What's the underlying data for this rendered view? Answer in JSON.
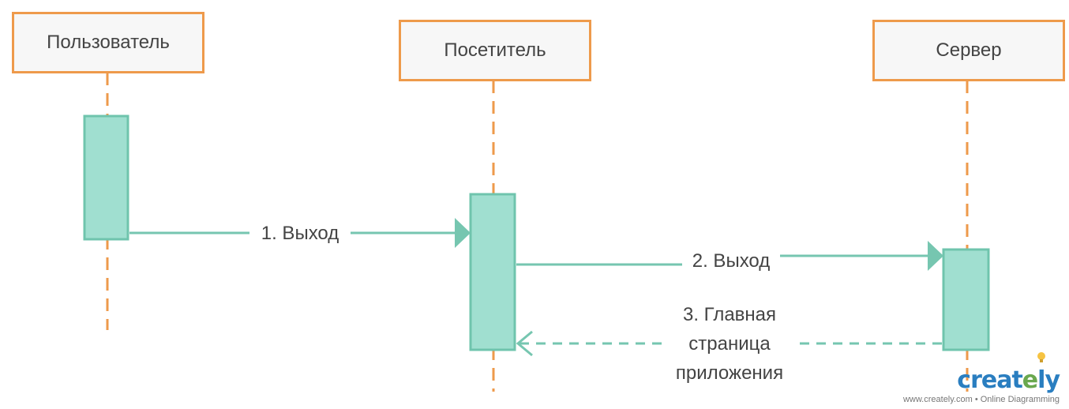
{
  "participants": [
    {
      "id": "user",
      "label": "Пользователь"
    },
    {
      "id": "visitor",
      "label": "Посетитель"
    },
    {
      "id": "server",
      "label": "Сервер"
    }
  ],
  "messages": [
    {
      "label": "1. Выход",
      "from": "user",
      "to": "visitor",
      "style": "solid"
    },
    {
      "label": "2. Выход",
      "from": "visitor",
      "to": "server",
      "style": "solid"
    },
    {
      "label_lines": [
        "3. Главная",
        "страница",
        "приложения"
      ],
      "from": "server",
      "to": "visitor",
      "style": "dashed-return"
    }
  ],
  "colors": {
    "participant_border": "#ee9a4b",
    "lifeline": "#ee9a4b",
    "activation_fill": "#a0dfd0",
    "activation_stroke": "#6fc4ad",
    "message": "#76c6b0",
    "text": "#444444"
  },
  "watermark": {
    "brand_prefix": "creat",
    "brand_accent": "e",
    "brand_suffix": "ly",
    "tagline": "www.creately.com • Online Diagramming"
  }
}
